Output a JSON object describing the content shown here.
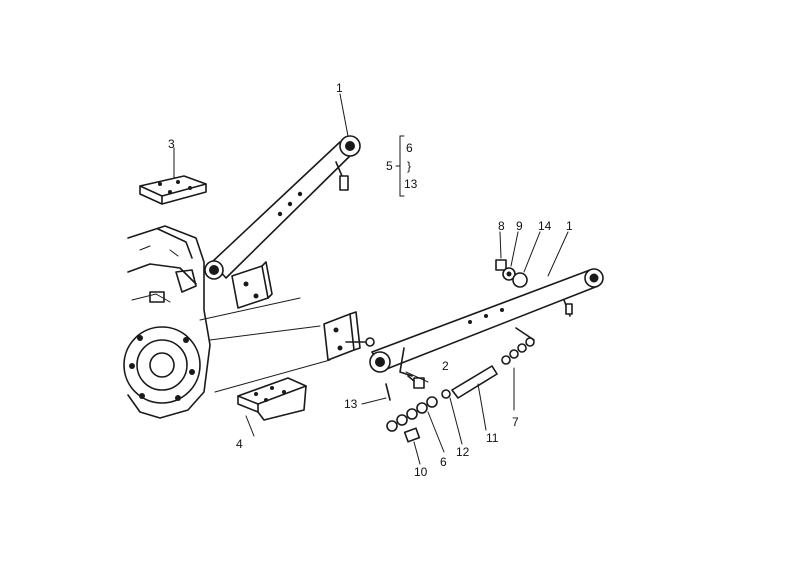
{
  "diagram": {
    "callouts": {
      "c1_top": "1",
      "c1_right": "1",
      "c2": "2",
      "c3": "3",
      "c4": "4",
      "c5": "5",
      "c6_bracket": "6",
      "c6": "6",
      "c7": "7",
      "c8": "8",
      "c9": "9",
      "c10": "10",
      "c11": "11",
      "c12": "12",
      "c13_bracket": "13",
      "c13": "13",
      "c14": "14",
      "range_mark": "}"
    }
  }
}
